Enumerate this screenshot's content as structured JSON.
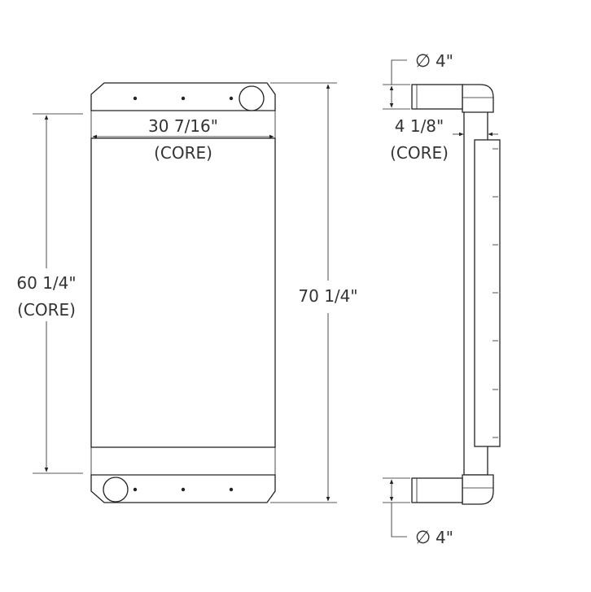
{
  "labels": {
    "width_core": "30 7/16\"",
    "width_core_note": "(CORE)",
    "height_core": "60 1/4\"",
    "height_core_note": "(CORE)",
    "overall_height": "70 1/4\"",
    "depth_core": "4 1/8\"",
    "depth_core_note": "(CORE)",
    "inlet_diameter": "4\"",
    "outlet_diameter": "4\""
  },
  "symbols": {
    "diameter": "∅"
  }
}
